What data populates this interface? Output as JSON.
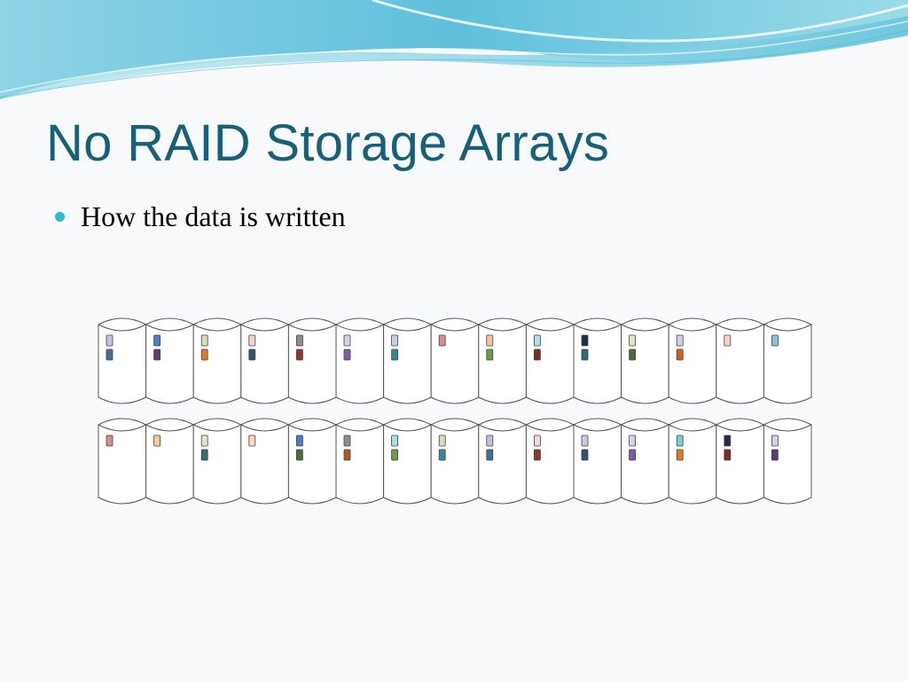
{
  "slide": {
    "title": "No RAID Storage Arrays",
    "bullets": [
      "How the data is written"
    ]
  },
  "colors": {
    "title": "#17607a",
    "bullet": "#2fb8d0",
    "disk_fill": "#ffffff",
    "disk_stroke": "#555555"
  },
  "disk_arrays": [
    {
      "name": "array-top",
      "disks": [
        {
          "blocks": [
            "#c7bfe0",
            "#3d6f96"
          ]
        },
        {
          "blocks": [
            "#4a7cc8",
            "#5b3a78"
          ]
        },
        {
          "blocks": [
            "#cfe0b8",
            "#e07a22"
          ]
        },
        {
          "blocks": [
            "#f3d4d4",
            "#35516d"
          ]
        },
        {
          "blocks": [
            "#8c8c8c",
            "#8a3b2c"
          ]
        },
        {
          "blocks": [
            "#d7d0ea",
            "#7a5ca8"
          ]
        },
        {
          "blocks": [
            "#c6cce8",
            "#2f8b98"
          ]
        },
        {
          "blocks": [
            "#d98a8a"
          ]
        },
        {
          "blocks": [
            "#f7c79a",
            "#6f9a48"
          ]
        },
        {
          "blocks": [
            "#a8e0ea",
            "#7a2e1e"
          ]
        },
        {
          "blocks": [
            "#1e2e4a",
            "#2e6e72"
          ]
        },
        {
          "blocks": [
            "#dbe8c8",
            "#4f6a2e"
          ]
        },
        {
          "blocks": [
            "#d7cde8",
            "#d0641e"
          ]
        },
        {
          "blocks": [
            "#f9d6bf"
          ]
        },
        {
          "blocks": [
            "#7fc8d8"
          ]
        }
      ]
    },
    {
      "name": "array-bottom",
      "disks": [
        {
          "blocks": [
            "#d98a8a"
          ]
        },
        {
          "blocks": [
            "#f7c79a"
          ]
        },
        {
          "blocks": [
            "#dbe8c8",
            "#2e6e72"
          ]
        },
        {
          "blocks": [
            "#f9d6bf"
          ]
        },
        {
          "blocks": [
            "#4a7cc8",
            "#4f6a2e"
          ]
        },
        {
          "blocks": [
            "#8c8c8c",
            "#a85a1e"
          ]
        },
        {
          "blocks": [
            "#a8e0ea",
            "#6f9a48"
          ]
        },
        {
          "blocks": [
            "#cfe0b8",
            "#2f8b98"
          ]
        },
        {
          "blocks": [
            "#c7bfe0",
            "#3d6f96"
          ]
        },
        {
          "blocks": [
            "#f3d4d4",
            "#8a3b2c"
          ]
        },
        {
          "blocks": [
            "#c6cce8",
            "#35516d"
          ]
        },
        {
          "blocks": [
            "#d7d0ea",
            "#7a5ca8"
          ]
        },
        {
          "blocks": [
            "#7fc8d8",
            "#e07a22"
          ]
        },
        {
          "blocks": [
            "#1e2e4a",
            "#7a2e1e"
          ]
        },
        {
          "blocks": [
            "#d7cde8",
            "#5b3a78"
          ]
        }
      ]
    }
  ]
}
